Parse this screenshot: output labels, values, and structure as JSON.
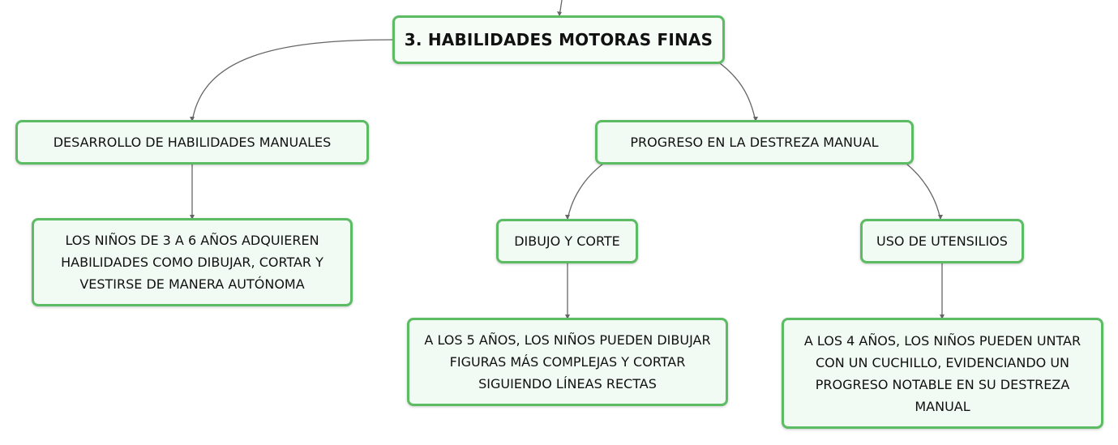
{
  "colors": {
    "node_border": "#5cbc63",
    "node_fill": "#f2fbf3",
    "connector": "#666666",
    "text": "#111111"
  },
  "root": {
    "label": "3. HABILIDADES MOTORAS FINAS"
  },
  "branches": {
    "manuales": {
      "label": "DESARROLLO DE HABILIDADES MANUALES",
      "detail": "LOS NIÑOS DE 3 A 6 AÑOS ADQUIEREN HABILIDADES COMO DIBUJAR, CORTAR Y VESTIRSE DE MANERA AUTÓNOMA"
    },
    "progreso": {
      "label": "PROGRESO EN LA DESTREZA MANUAL",
      "dibujo": {
        "label": "DIBUJO Y CORTE",
        "detail": "A LOS 5 AÑOS, LOS NIÑOS PUEDEN DIBUJAR FIGURAS MÁS COMPLEJAS Y CORTAR SIGUIENDO LÍNEAS RECTAS"
      },
      "utensilios": {
        "label": "USO DE UTENSILIOS",
        "detail": "A LOS 4 AÑOS, LOS NIÑOS PUEDEN UNTAR CON UN CUCHILLO, EVIDENCIANDO UN PROGRESO NOTABLE EN SU DESTREZA MANUAL"
      }
    }
  }
}
